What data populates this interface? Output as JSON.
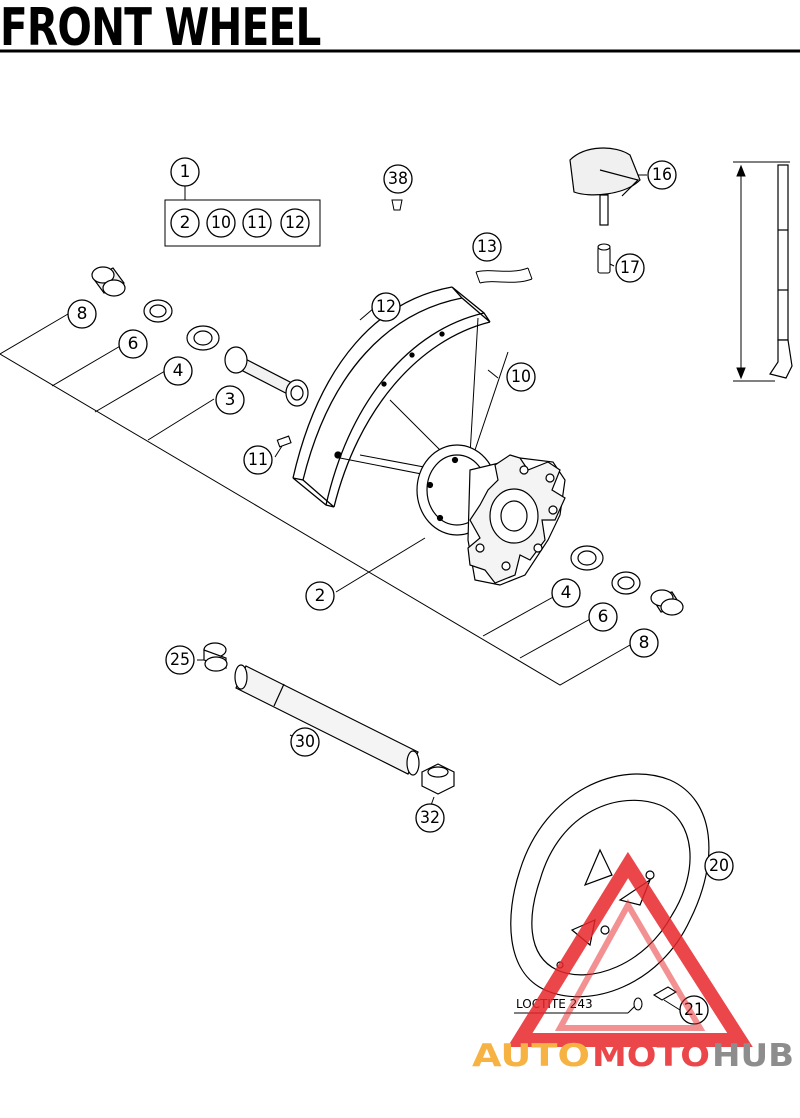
{
  "header": {
    "title": "FRONT WHEEL"
  },
  "callouts": {
    "c1": "1",
    "c2a": "2",
    "c10a": "10",
    "c11a": "11",
    "c12a": "12",
    "c38": "38",
    "c16": "16",
    "c13": "13",
    "c17": "17",
    "c8a": "8",
    "c6a": "6",
    "c4a": "4",
    "c3": "3",
    "c12": "12",
    "c10": "10",
    "c11": "11",
    "c2": "2",
    "c4b": "4",
    "c6b": "6",
    "c8b": "8",
    "c25": "25",
    "c30": "30",
    "c32": "32",
    "c20": "20",
    "c21": "21"
  },
  "note": {
    "loctite": "LOCTITE 243"
  },
  "watermark": {
    "auto": "AUTO",
    "moto": "MOTO",
    "hub": "HUB"
  },
  "colors": {
    "watermark_red": "#e8262a",
    "watermark_orange": "#f5a623",
    "watermark_gray": "#7a7a7a"
  }
}
